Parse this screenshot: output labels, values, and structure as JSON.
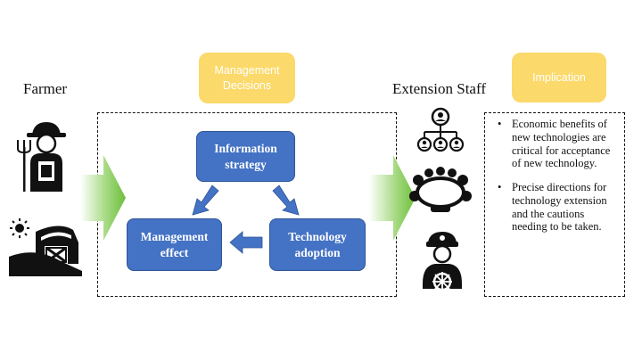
{
  "farmer_label": "Farmer",
  "extension_label": "Extension Staff",
  "management_tag": "Management\nDecisions",
  "implication_tag": "Implication",
  "nodes": {
    "information": "Information\nstrategy",
    "management": "Management\neffect",
    "technology": "Technology\nadoption"
  },
  "implications": [
    "Economic benefits of new technologies are critical for acceptance of new technology.",
    "Precise  directions for technology extension and the cautions needing to be taken."
  ],
  "colors": {
    "node_fill": "#4472c4",
    "tag_fill": "#fbd96a",
    "arrow_green": "#6cbf3c"
  },
  "icons": [
    "farmer-icon",
    "sun-icon",
    "barn-icon",
    "org-chart-icon",
    "meeting-table-icon",
    "captain-icon"
  ]
}
